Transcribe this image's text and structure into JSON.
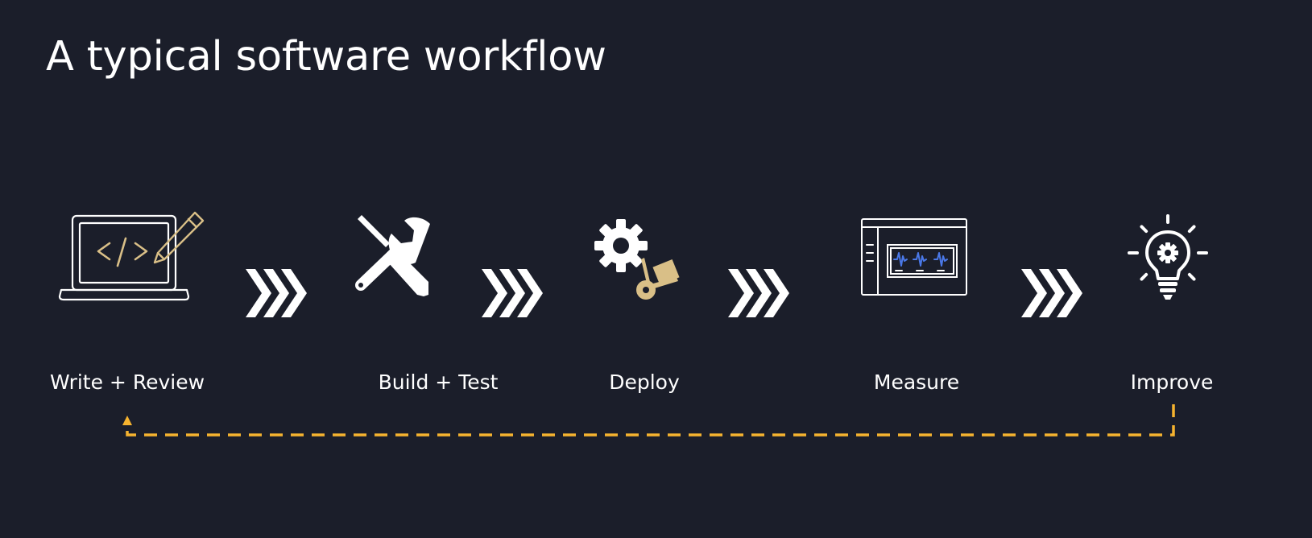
{
  "title": "A typical software workflow",
  "colors": {
    "background": "#1b1e2a",
    "foreground": "#ffffff",
    "accent_gold": "#d9bf87",
    "feedback_orange": "#f6b32f",
    "signal_blue": "#4a78e8"
  },
  "steps": [
    {
      "label": "Write + Review",
      "icon": "laptop-code-pencil-icon"
    },
    {
      "label": "Build + Test",
      "icon": "wrench-screwdriver-icon"
    },
    {
      "label": "Deploy",
      "icon": "gear-hand-truck-icon"
    },
    {
      "label": "Measure",
      "icon": "monitor-dashboard-icon"
    },
    {
      "label": "Improve",
      "icon": "lightbulb-gear-icon"
    }
  ],
  "connectors": [
    "triple-chevron-icon",
    "triple-chevron-icon",
    "triple-chevron-icon",
    "triple-chevron-icon"
  ],
  "feedback_loop": {
    "from": "Improve",
    "to": "Write + Review",
    "style": "dashed"
  }
}
